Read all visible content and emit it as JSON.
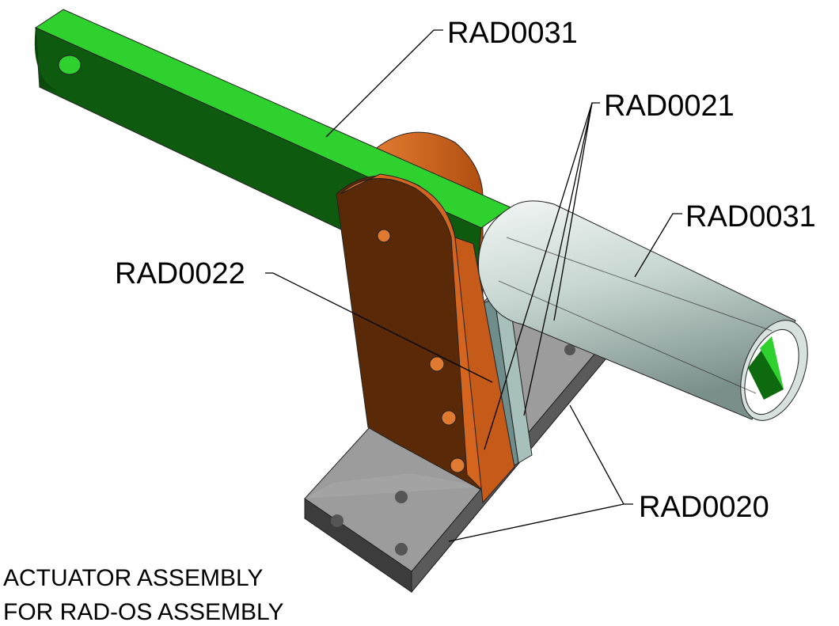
{
  "labels": {
    "arm_top": "RAD0031",
    "side_plates": "RAD0021",
    "tube": "RAD0031",
    "center_plate": "RAD0022",
    "base": "RAD0020"
  },
  "caption": {
    "line1": "ACTUATOR ASSEMBLY",
    "line2": "FOR RAD-OS ASSEMBLY"
  },
  "colors": {
    "arm": "#2fd12f",
    "arm_dark": "#0e5a0e",
    "bracket": "#d4641e",
    "bracket_dark": "#5a2a08",
    "tube": "#c9d9d3",
    "base_top": "#9a9a9a",
    "base_side": "#4a4a4a",
    "spacer": "#6f8e8b"
  }
}
